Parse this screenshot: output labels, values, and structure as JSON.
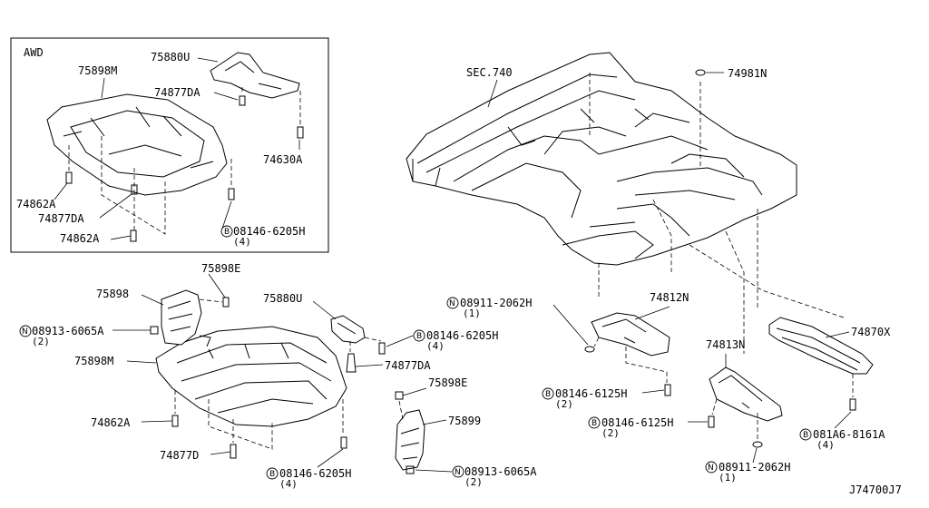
{
  "inset": {
    "title": "AWD"
  },
  "labels": {
    "awd_75898m": "75898M",
    "awd_75880u": "75880U",
    "awd_74877da": "74877DA",
    "awd_74630a": "74630A",
    "awd_74862a_1": "74862A",
    "awd_74877da_2": "74877DA",
    "awd_74862a_2": "74862A",
    "awd_08146_6205h": "08146-6205H",
    "awd_08146_6205h_qty": "(4)",
    "sec_740": "SEC.740",
    "p74981n": "74981N",
    "p75898e_1": "75898E",
    "p75898": "75898",
    "p08913_6065a_1": "08913-6065A",
    "p08913_6065a_1_qty": "(2)",
    "p75898m": "75898M",
    "p74862a": "74862A",
    "p74877d": "74877D",
    "p08146_6205h_1": "08146-6205H",
    "p08146_6205h_1_qty": "(4)",
    "p75880u": "75880U",
    "p08146_6205h_2": "08146-6205H",
    "p08146_6205h_2_qty": "(4)",
    "p74877da": "74877DA",
    "p75898e_2": "75898E",
    "p75899": "75899",
    "p08913_6065a_2": "08913-6065A",
    "p08913_6065a_2_qty": "(2)",
    "p08911_2062h_1": "08911-2062H",
    "p08911_2062h_1_qty": "(1)",
    "p74812n": "74812N",
    "p08146_6125h_1": "08146-6125H",
    "p08146_6125h_1_qty": "(2)",
    "p74813n": "74813N",
    "p08146_6125h_2": "08146-6125H",
    "p08146_6125h_2_qty": "(2)",
    "p08911_2062h_2": "08911-2062H",
    "p08911_2062h_2_qty": "(1)",
    "p74870x": "74870X",
    "p081a6_8161a": "081A6-8161A",
    "p081a6_8161a_qty": "(4)",
    "diagram_code": "J74700J7"
  },
  "prefix_symbols": {
    "b": "B",
    "n": "N"
  }
}
